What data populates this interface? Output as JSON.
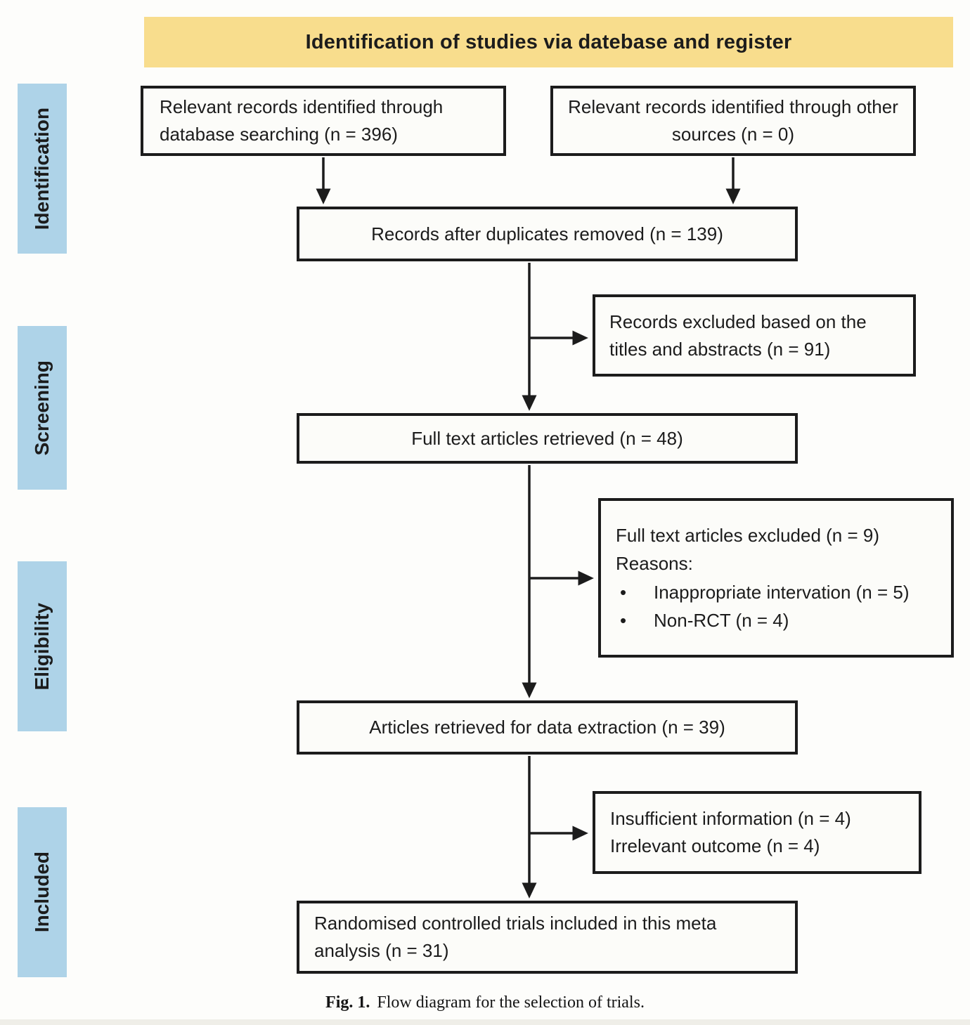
{
  "banner": {
    "title": "Identification of studies via datebase and register"
  },
  "stages": {
    "identification": "Identification",
    "screening": "Screening",
    "eligibility": "Eligibility",
    "included": "Included"
  },
  "boxes": {
    "database_search": "Relevant records identified through database searching (n = 396)",
    "other_sources": "Relevant records identified through other sources (n = 0)",
    "duplicates_removed": "Records after duplicates removed (n = 139)",
    "records_excluded": "Records excluded based on the titles and abstracts (n = 91)",
    "full_text_retrieved": "Full text articles retrieved (n = 48)",
    "full_text_excluded": {
      "title": "Full text articles excluded (n = 9)",
      "reasons_label": "Reasons:",
      "bullets": [
        "Inappropriate intervation (n = 5)",
        "Non-RCT (n = 4)"
      ]
    },
    "data_extraction": "Articles retrieved for data extraction (n = 39)",
    "further_excluded": {
      "lines": [
        "Insufficient information (n = 4)",
        "Irrelevant outcome (n = 4)"
      ]
    },
    "included_trials": "Randomised controlled trials included in this meta analysis (n = 31)"
  },
  "caption": {
    "label": "Fig. 1.",
    "text": "Flow diagram for the selection of trials."
  },
  "colors": {
    "banner_bg": "#f8dd8d",
    "stage_bg": "#aed3e8",
    "line": "#1c1c1c"
  }
}
